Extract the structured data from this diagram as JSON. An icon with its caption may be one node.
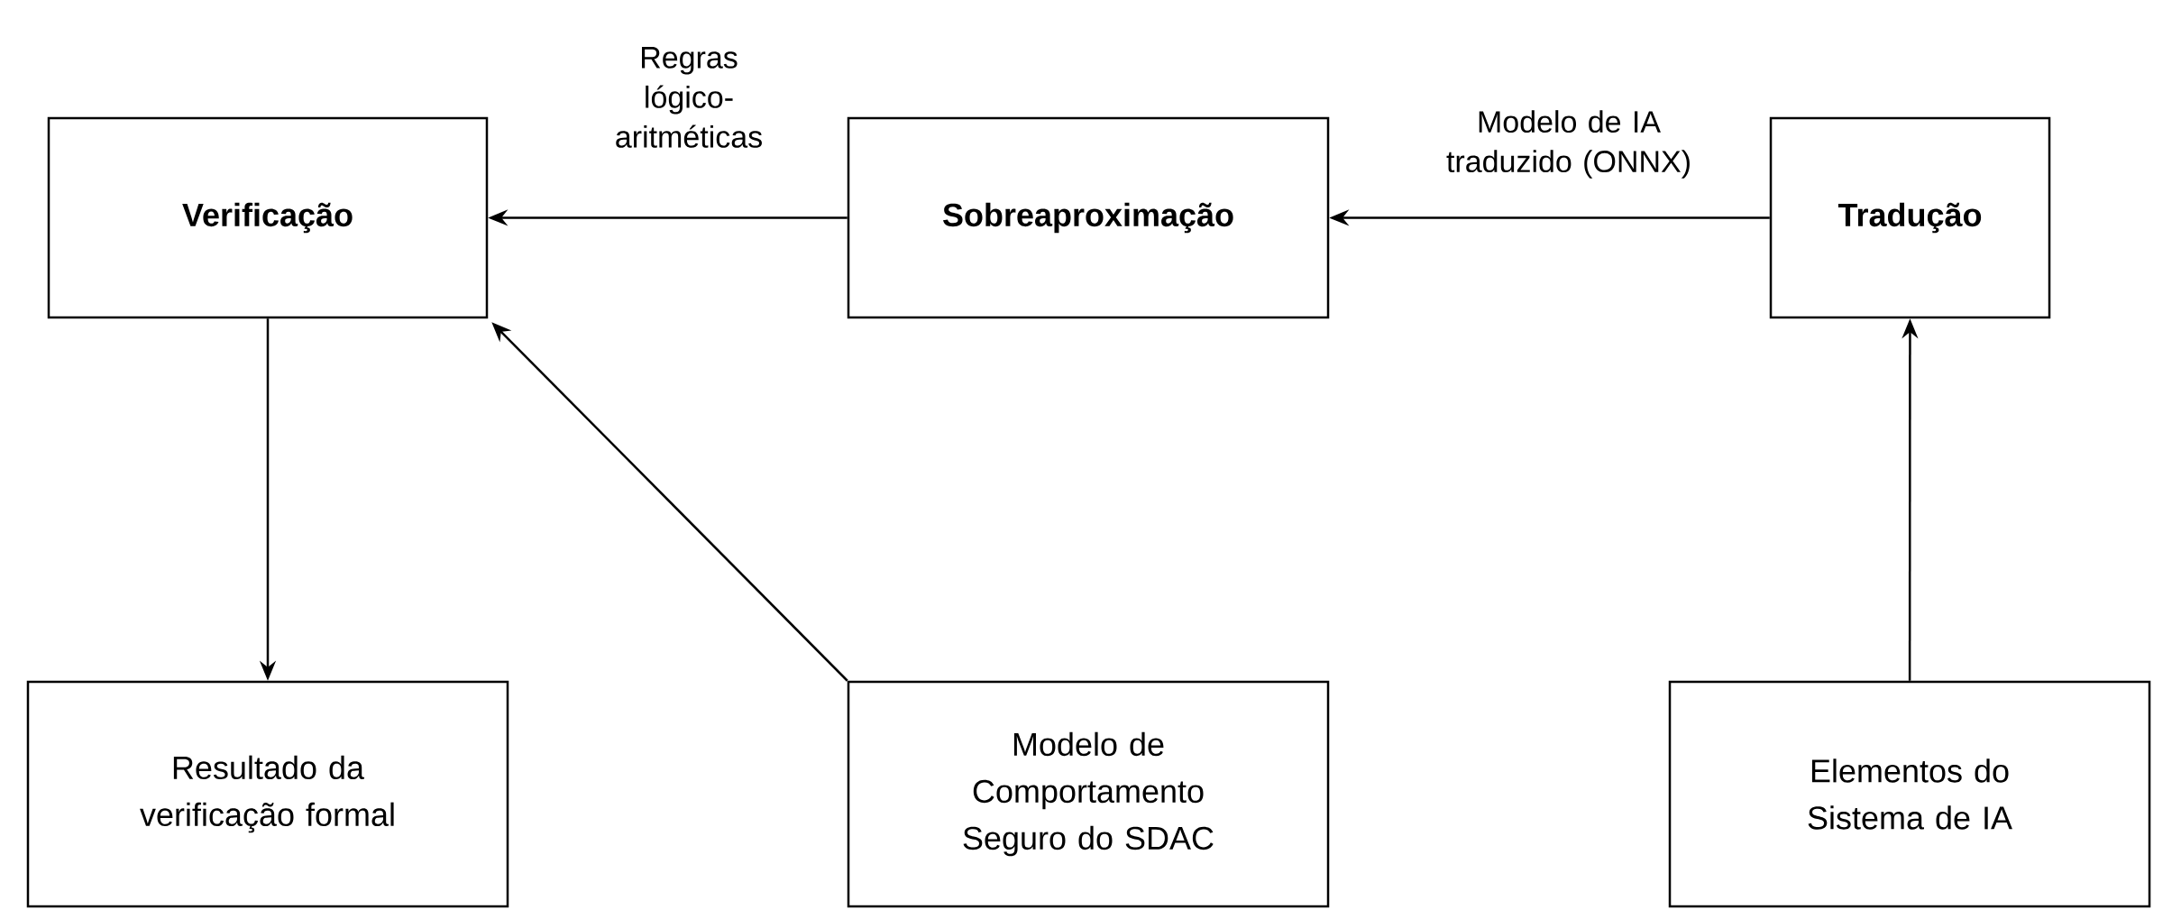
{
  "diagram": {
    "nodes": [
      {
        "text": [
          "Verificação"
        ]
      },
      {
        "text": [
          "Sobreaproximação"
        ]
      },
      {
        "text": [
          "Tradução"
        ]
      },
      {
        "text": [
          "Resultado da verificação formal"
        ]
      },
      {
        "text": [
          "Modelo de Comportamento Seguro do SDAC"
        ]
      },
      {
        "text": [
          "Elementos do Sistema de IA"
        ]
      }
    ],
    "edges": [
      {
        "from": 1,
        "to": 0,
        "arrow": "to",
        "label": "Regras lógico- aritméticas"
      },
      {
        "from": 2,
        "to": 1,
        "arrow": "to",
        "label": "Modelo de IA traduzido (ONNX)"
      },
      {
        "from": 5,
        "to": 2,
        "arrow": "to"
      },
      {
        "from": 0,
        "to": 3,
        "arrow": "to"
      },
      {
        "from": 4,
        "to": 0,
        "arrow": "to"
      }
    ]
  }
}
